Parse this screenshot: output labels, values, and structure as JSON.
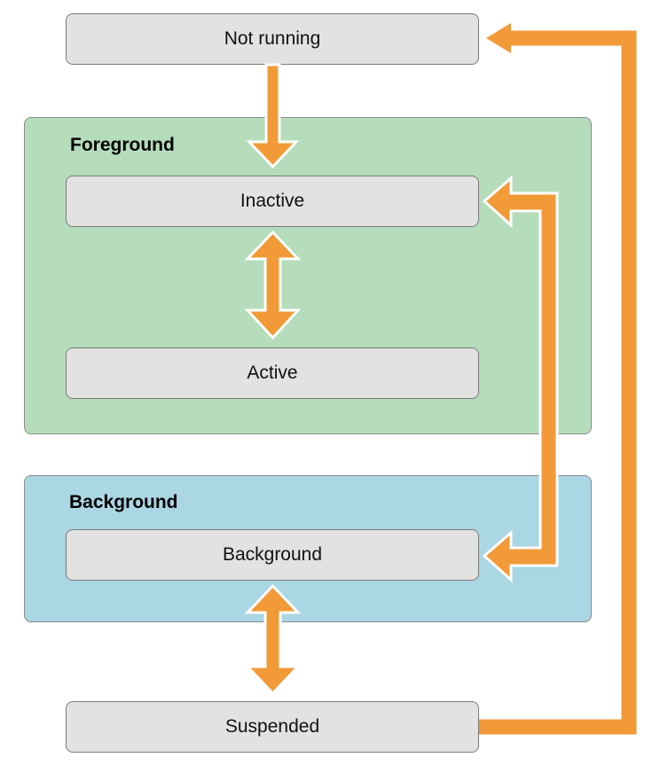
{
  "colors": {
    "foreground_fill": "#b5dcbb",
    "background_fill": "#abd6e4",
    "state_fill": "#e2e2e2",
    "arrow": "#f19a37"
  },
  "groups": {
    "foreground": {
      "title": "Foreground"
    },
    "background": {
      "title": "Background"
    }
  },
  "states": {
    "not_running": "Not running",
    "inactive": "Inactive",
    "active": "Active",
    "background": "Background",
    "suspended": "Suspended"
  }
}
